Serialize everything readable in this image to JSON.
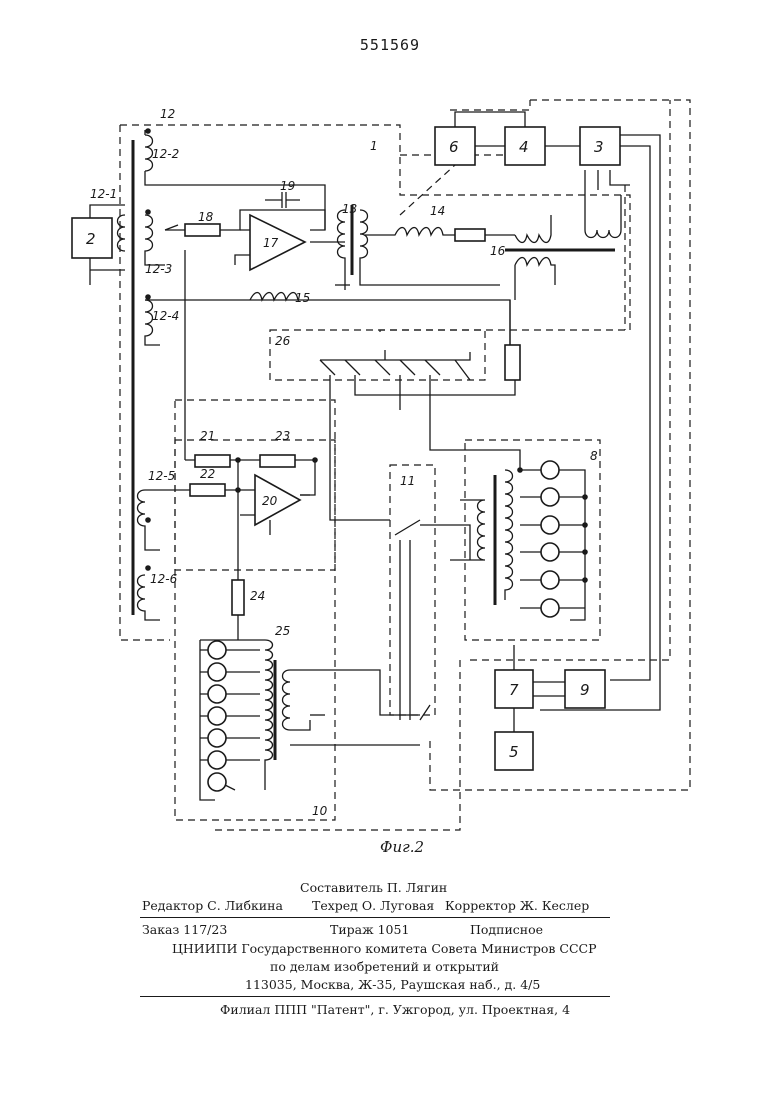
{
  "patent_number": "551569",
  "figure_caption": "Фиг.2",
  "labels": {
    "l12": "12",
    "l12_1": "12-1",
    "l12_2": "12-2",
    "l12_3": "12-3",
    "l12_4": "12-4",
    "l12_5": "12-5",
    "l12_6": "12-6",
    "l1": "1",
    "l13": "13",
    "l14": "14",
    "l15": "15",
    "l16": "16",
    "l17": "17",
    "l18": "18",
    "l19": "19",
    "l20": "20",
    "l21": "21",
    "l22": "22",
    "l23": "23",
    "l24": "24",
    "l25": "25",
    "l26": "26",
    "l8": "8",
    "l10": "10",
    "l11": "11",
    "b2": "2",
    "b3": "3",
    "b4": "4",
    "b5": "5",
    "b6": "6",
    "b7": "7",
    "b9": "9"
  },
  "credits": {
    "compiler": "Составитель П. Лягин",
    "editor": "Редактор С. Либкина",
    "techeditor": "Техред О. Луговая",
    "corrector": "Корректор Ж. Кеслер",
    "order": "Заказ 117/23",
    "circulation": "Тираж 1051",
    "subscription": "Подписное",
    "org1": "ЦНИИПИ Государственного комитета Совета Министров СССР",
    "org2": "по делам изобретений и открытий",
    "address": "113035, Москва, Ж-35, Раушская наб., д. 4/5",
    "branch": "Филиал ППП \"Патент\", г. Ужгород, ул. Проектная, 4"
  }
}
